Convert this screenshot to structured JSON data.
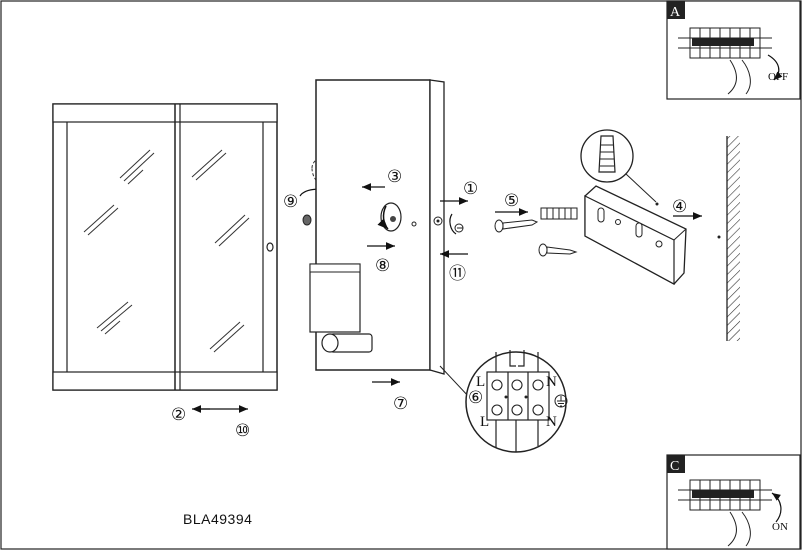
{
  "model_number": "BLA49394",
  "inset_a": {
    "badge": "A",
    "state_label": "OFF"
  },
  "inset_c": {
    "badge": "C",
    "state_label": "ON"
  },
  "steps": [
    "①",
    "②",
    "③",
    "④",
    "⑤",
    "⑥",
    "⑦",
    "⑧",
    "⑨",
    "⑩",
    "⑪"
  ],
  "terminal_labels": {
    "top_left": "L",
    "top_right": "N",
    "bottom_left": "L",
    "bottom_right": "N"
  }
}
